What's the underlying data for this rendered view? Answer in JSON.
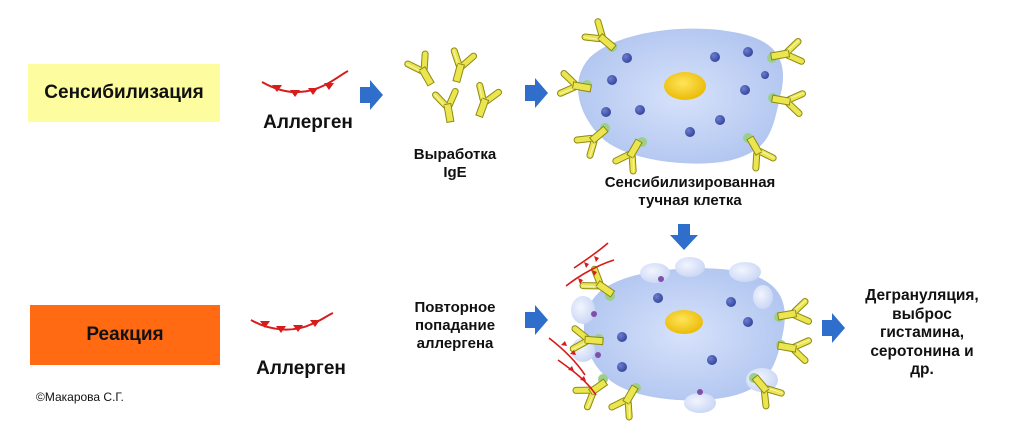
{
  "stages": {
    "sensitization": "Сенсибилизация",
    "reaction": "Реакция"
  },
  "allergen_label_1": "Аллерген",
  "allergen_label_2": "Аллерген",
  "ige_label": [
    "Выработка",
    "IgE"
  ],
  "cell_label": [
    "Сенсибилизированная",
    "тучная клетка"
  ],
  "repeat_label": [
    "Повторное",
    "попадание",
    "аллергена"
  ],
  "result_label": [
    "Дегрануляция,",
    "выброс",
    "гистамина,",
    "серотонина и",
    "др."
  ],
  "copyright": "©Макарова С.Г.",
  "colors": {
    "sens_box": "#fdfda0",
    "react_box": "#ff6a13",
    "arrow": "#2f6fcb",
    "cell": "#c6d6f6",
    "nucleus": "#f6c400",
    "granule": "#4a5bb0",
    "antibody": "#e7e44a",
    "receptor": "#9ccf8a",
    "allergen": "#d81b1b"
  }
}
